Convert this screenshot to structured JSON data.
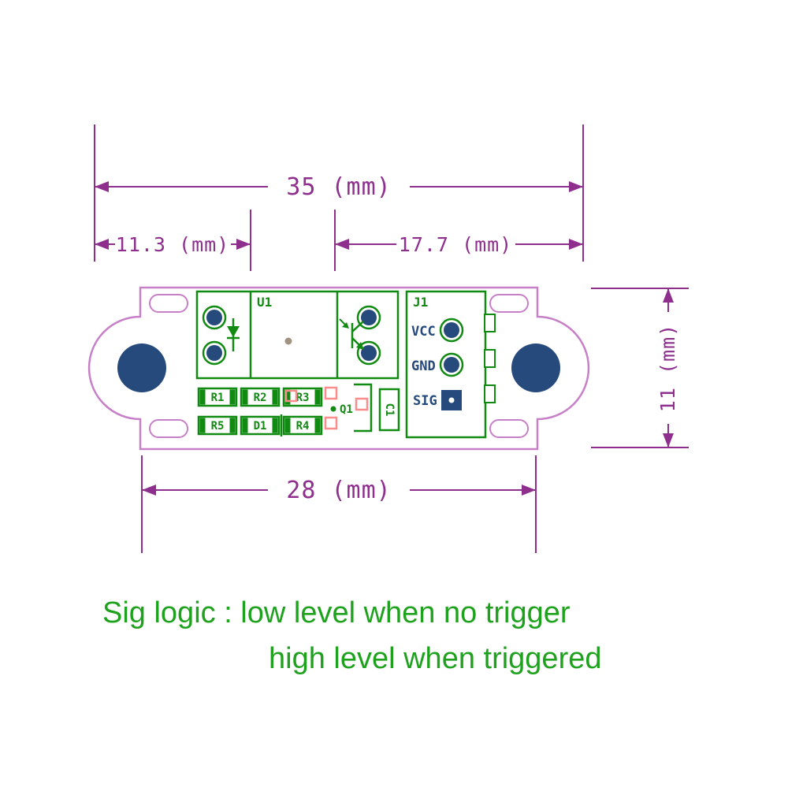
{
  "diagram": {
    "dims": {
      "overall_width": "35 (mm)",
      "left_section": "11.3 (mm)",
      "right_section": "17.7 (mm)",
      "board_height": "11 (mm)",
      "hole_spacing": "28 (mm)"
    },
    "refdes": {
      "u1": "U1",
      "j1": "J1",
      "r1": "R1",
      "r2": "R2",
      "r3": "R3",
      "r4": "R4",
      "r5": "R5",
      "d1": "D1",
      "q1": "Q1",
      "c1": "C1"
    },
    "pins": {
      "vcc": "VCC",
      "gnd": "GND",
      "sig": "SIG"
    },
    "caption": {
      "line1": "Sig logic :  low level when no trigger",
      "line2": "high level when triggered"
    },
    "colors": {
      "dimension_purple": "#8e2f8e",
      "board_outline_purple": "#c77fc7",
      "silkscreen_green": "#118a11",
      "pad_navy": "#264a7c",
      "caption_green": "#1ea21e",
      "solder_mask_pink": "#f98c8c"
    }
  }
}
